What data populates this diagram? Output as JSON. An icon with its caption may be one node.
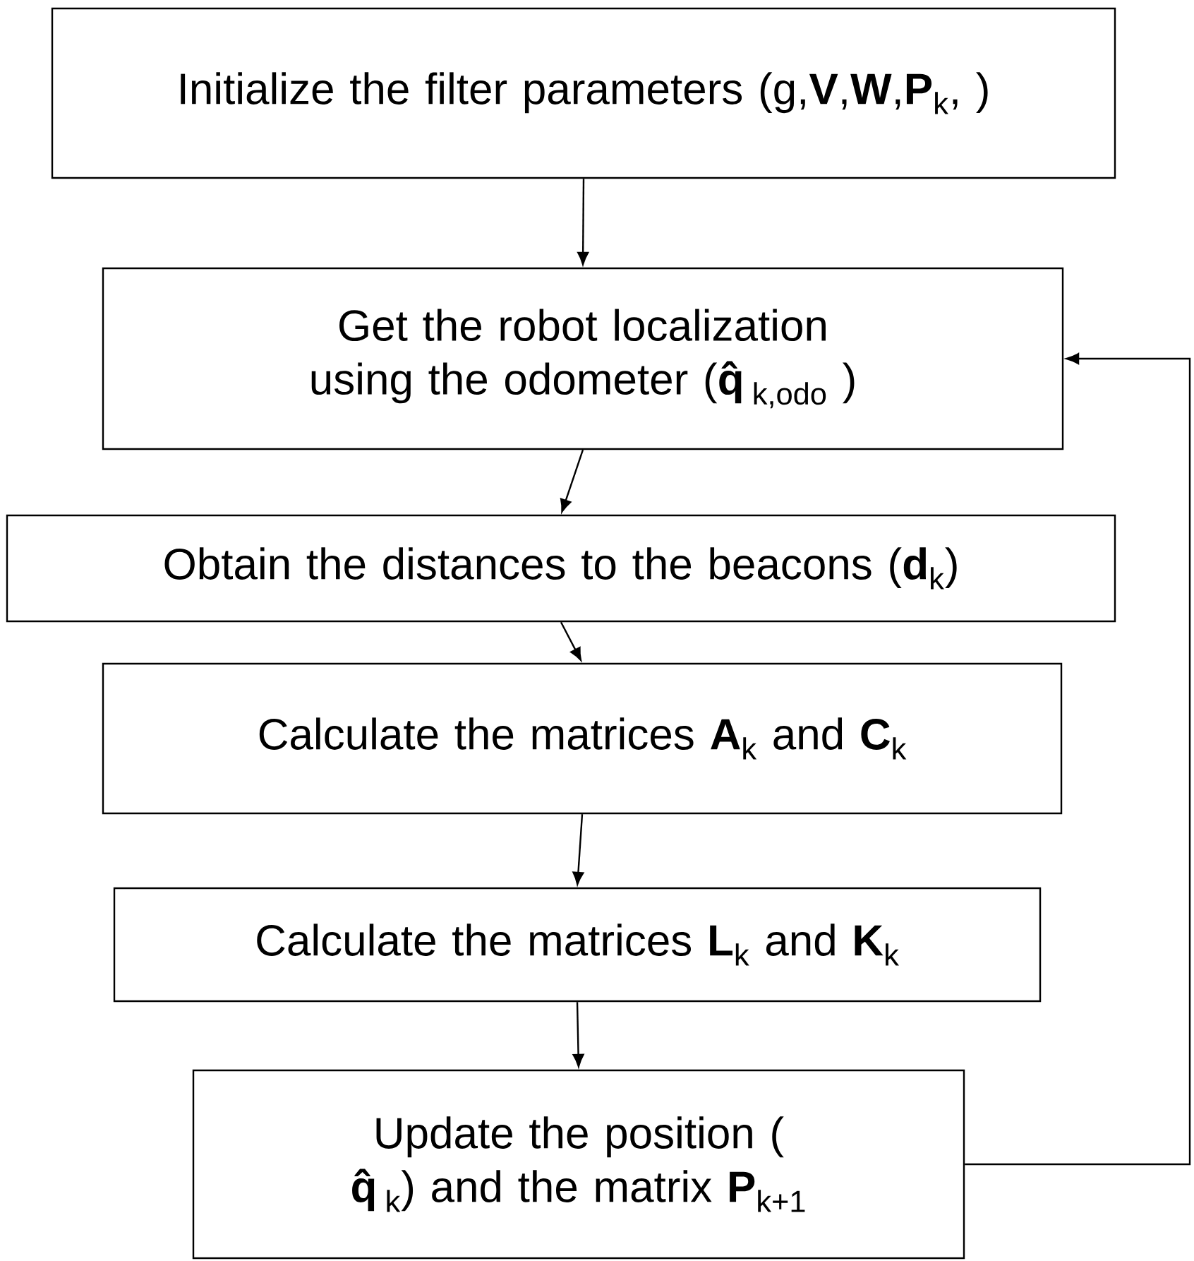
{
  "diagram": {
    "nodes": [
      {
        "text": [
          "Initialize the filter parameters (g,**V**,**W**,**P**$_{k}$, )"
        ]
      },
      {
        "text": [
          "Get the robot localization using the odometer (**q̂**$_{k,odo}$ )"
        ]
      },
      {
        "text": [
          "Obtain the distances to the beacons (**d**$_{k}$)"
        ]
      },
      {
        "text": [
          "Calculate the matrices **A**$_{k}$ and **C**$_{k}$"
        ]
      },
      {
        "text": [
          "Calculate the matrices **L**$_{k}$ and **K**$_{k}$"
        ]
      },
      {
        "text": [
          "Update the position ( **q̂**$_{k}$) and the matrix **P**$_{k+1}$"
        ]
      }
    ],
    "edges": [
      {
        "from": 0,
        "to": 1,
        "arrow": "to"
      },
      {
        "from": 1,
        "to": 2,
        "arrow": "to"
      },
      {
        "from": 2,
        "to": 3,
        "arrow": "to"
      },
      {
        "from": 3,
        "to": 4,
        "arrow": "to"
      },
      {
        "from": 4,
        "to": 5,
        "arrow": "to"
      },
      {
        "from": 5,
        "to": 1,
        "arrow": "to"
      }
    ]
  }
}
